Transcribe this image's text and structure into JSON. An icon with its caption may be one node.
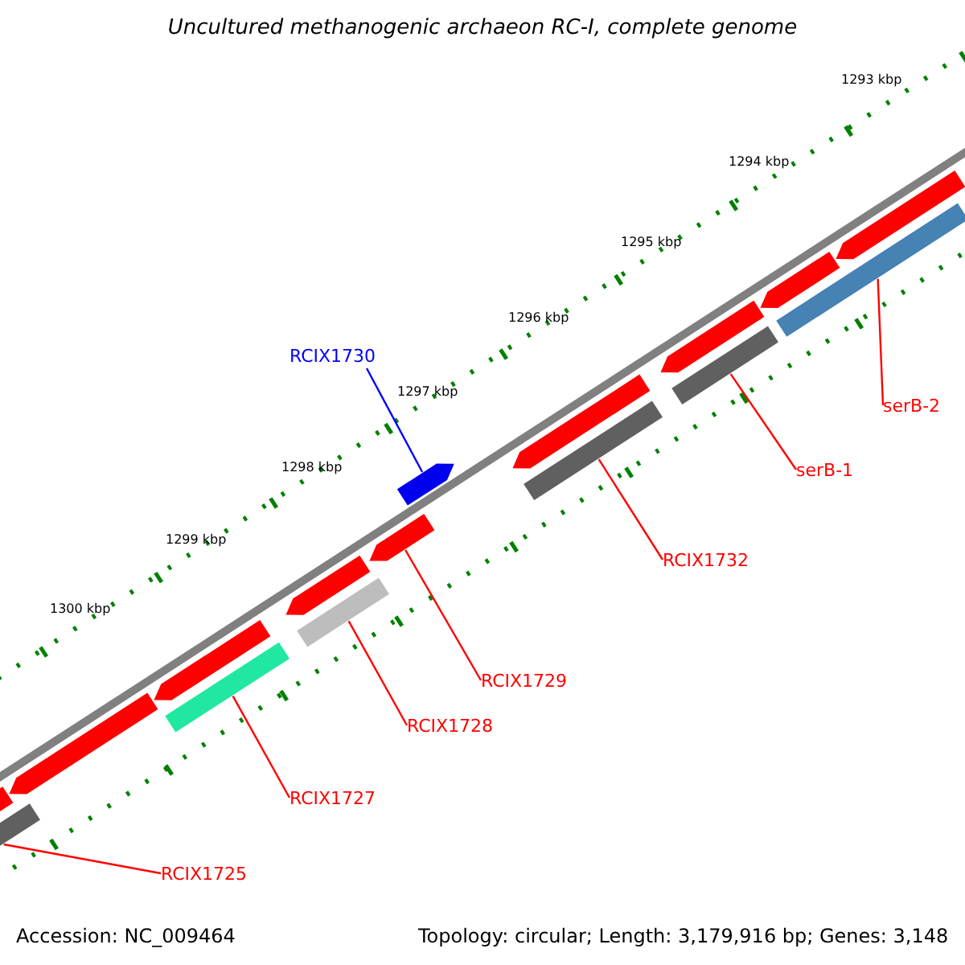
{
  "diagram": {
    "title": "Uncultured methanogenic archaeon RC-I, complete genome",
    "nodes": [
      {
        "text": [
          "RCIX1730"
        ]
      },
      {
        "text": [],
        "shape": "bar"
      },
      {
        "text": [
          "serB-2"
        ]
      },
      {
        "text": [],
        "shape": "bar"
      },
      {
        "text": [
          "serB-1"
        ]
      },
      {
        "text": [],
        "shape": "bar"
      },
      {
        "text": [
          "RCIX1732"
        ]
      },
      {
        "text": [],
        "shape": "bar"
      },
      {
        "text": [
          "RCIX1729"
        ]
      },
      {
        "text": [],
        "shape": "bar"
      },
      {
        "text": [
          "RCIX1728"
        ]
      },
      {
        "text": [],
        "shape": "bar"
      },
      {
        "text": [
          "RCIX1727"
        ]
      },
      {
        "text": [],
        "shape": "bar"
      },
      {
        "text": [
          "RCIX1725"
        ]
      },
      {
        "text": [],
        "shape": "bar"
      },
      {
        "text": [],
        "shape": "bar"
      },
      {
        "text": [],
        "shape": "bar"
      },
      {
        "text": [],
        "shape": "bar"
      },
      {
        "text": [],
        "shape": "bar"
      },
      {
        "text": [],
        "shape": "bar"
      },
      {
        "text": [],
        "shape": "bar"
      },
      {
        "text": [],
        "shape": "bar"
      },
      {
        "text": [],
        "shape": "bar"
      }
    ],
    "edges": [
      {
        "from": 0,
        "to": 1,
        "arrow": "none",
        "color": "#0000ff"
      },
      {
        "from": 2,
        "to": 3,
        "arrow": "none"
      },
      {
        "from": 4,
        "to": 5,
        "arrow": "none"
      },
      {
        "from": 6,
        "to": 7,
        "arrow": "none"
      },
      {
        "from": 8,
        "to": 9,
        "arrow": "none"
      },
      {
        "from": 10,
        "to": 11,
        "arrow": "none"
      },
      {
        "from": 12,
        "to": 13,
        "arrow": "none"
      },
      {
        "from": 14,
        "to": 15,
        "arrow": "none"
      }
    ],
    "labels": [
      "1293 kbp",
      "1294 kbp",
      "1295 kbp",
      "1296 kbp",
      "1297 kbp",
      "1298 kbp",
      "1299 kbp",
      "1300 kbp",
      "Accession: NC_009464",
      "Topology: circular; Length: 3,179,916 bp; Genes: 3,148"
    ]
  }
}
